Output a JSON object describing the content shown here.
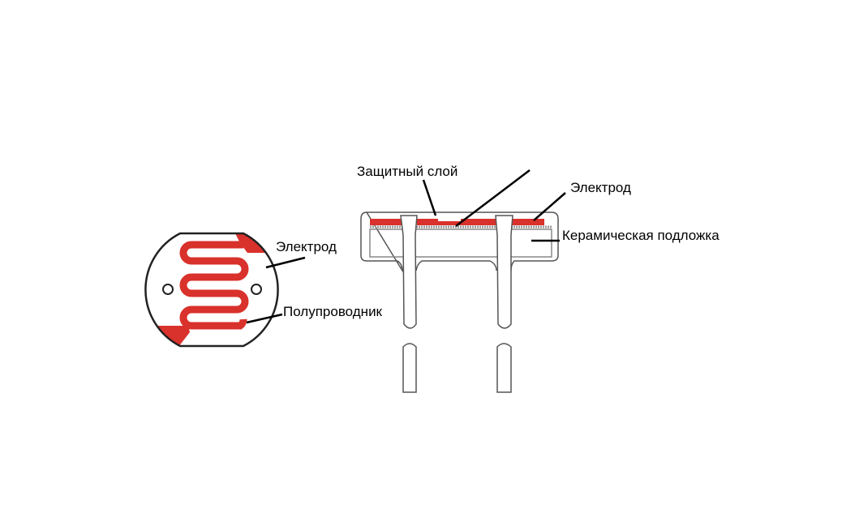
{
  "labels": {
    "protective_layer": "Защитный слой",
    "electrode_right": "Электрод",
    "ceramic_substrate": "Керамическая подложка",
    "electrode_left": "Электрод",
    "semiconductor": "Полупроводник"
  },
  "colors": {
    "semiconductor": "#d9312b",
    "outline": "#222222",
    "substrate_line": "#999999"
  }
}
